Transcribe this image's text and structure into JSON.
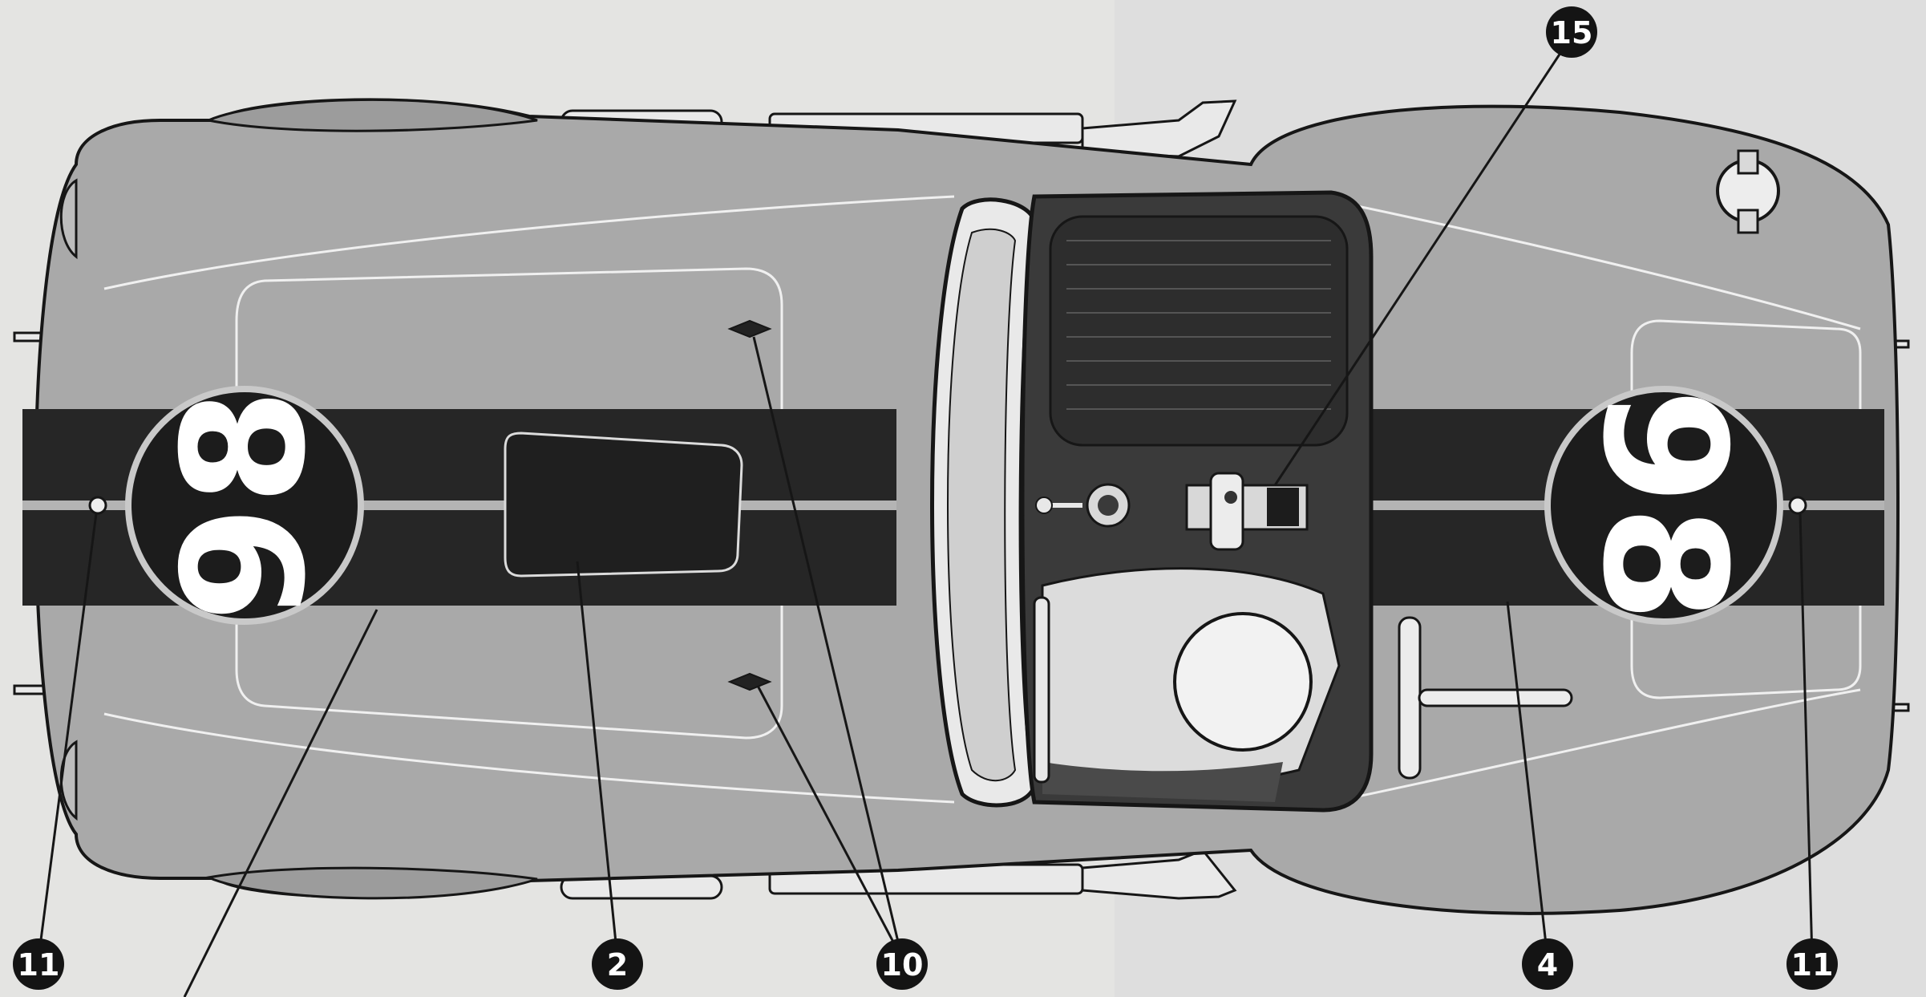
{
  "diagram": {
    "race_number": "98",
    "callouts": [
      {
        "id": "callout-11-left",
        "label": "11"
      },
      {
        "id": "callout-2",
        "label": "2"
      },
      {
        "id": "callout-10",
        "label": "10"
      },
      {
        "id": "callout-4",
        "label": "4"
      },
      {
        "id": "callout-11-right",
        "label": "11"
      },
      {
        "id": "callout-15",
        "label": "15"
      }
    ],
    "colors": {
      "body": "#a9a9a9",
      "stripe": "#262626",
      "stripe_center": "#b4b4b4",
      "outline": "#161616",
      "callout_fill": "#141414",
      "background": "#e4e4e2"
    }
  }
}
